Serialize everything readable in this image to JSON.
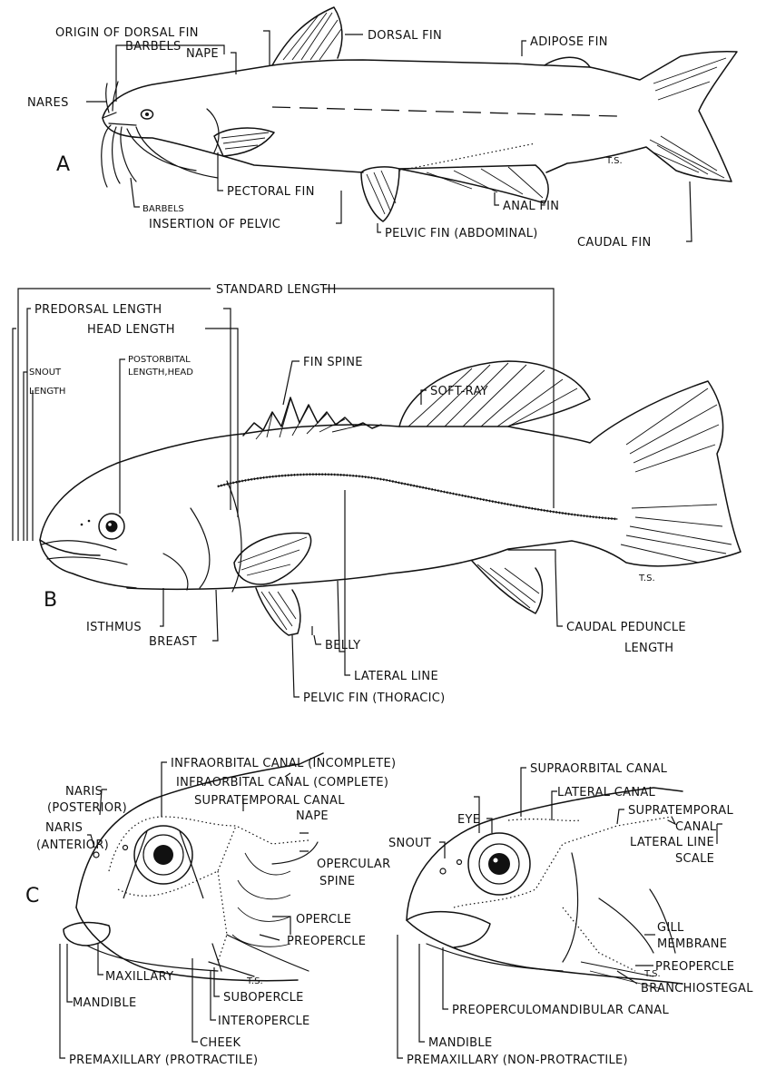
{
  "panels": {
    "a": "A",
    "b": "B",
    "c": "C"
  },
  "panel_a": {
    "origin_of_dorsal_fin": "ORIGIN OF DORSAL FIN",
    "nape": "NAPE",
    "barbels_top": "BARBELS",
    "dorsal_fin": "DORSAL FIN",
    "adipose_fin": "ADIPOSE FIN",
    "nares": "NARES",
    "pectoral_fin": "PECTORAL FIN",
    "barbels_bottom": "BARBELS",
    "insertion_of_pelvic": "INSERTION OF PELVIC",
    "pelvic_fin_abdominal": "PELVIC FIN (ABDOMINAL)",
    "anal_fin": "ANAL FIN",
    "caudal_fin": "CAUDAL FIN",
    "artist_initials": "T.S."
  },
  "panel_b": {
    "standard_length": "STANDARD LENGTH",
    "predorsal_length": "PREDORSAL LENGTH",
    "head_length": "HEAD LENGTH",
    "postorbital_length_line1": "POSTORBITAL",
    "postorbital_length_line2": "LENGTH,HEAD",
    "snout_length_line1": "SNOUT",
    "snout_length_line2": "LENGTH",
    "fin_spine": "FIN SPINE",
    "soft_ray": "SOFT-RAY",
    "isthmus": "ISTHMUS",
    "breast": "BREAST",
    "belly": "BELLY",
    "lateral_line": "LATERAL LINE",
    "pelvic_fin_thoracic": "PELVIC FIN (THORACIC)",
    "caudal_peduncle_line1": "CAUDAL PEDUNCLE",
    "caudal_peduncle_line2": "LENGTH",
    "artist_initials": "T.S."
  },
  "panel_c_left": {
    "infraorbital_incomplete": "INFRAORBITAL CANAL (INCOMPLETE)",
    "infraorbital_complete": "INFRAORBITAL CANAL (COMPLETE)",
    "naris_posterior_line1": "NARIS",
    "naris_posterior_line2": "(POSTERIOR)",
    "supratemporal_canal": "SUPRATEMPORAL CANAL",
    "nape": "NAPE",
    "naris_anterior_line1": "NARIS",
    "naris_anterior_line2": "(ANTERIOR)",
    "opercular_spine_line1": "OPERCULAR",
    "opercular_spine_line2": "SPINE",
    "opercle": "OPERCLE",
    "preopercle": "PREOPERCLE",
    "maxillary": "MAXILLARY",
    "subopercle": "SUBOPERCLE",
    "mandible": "MANDIBLE",
    "interopercle": "INTEROPERCLE",
    "cheek": "CHEEK",
    "premaxillary_protractile": "PREMAXILLARY (PROTRACTILE)",
    "artist_initials": "T.S."
  },
  "panel_c_right": {
    "supraorbital_canal": "SUPRAORBITAL CANAL",
    "lateral_canal": "LATERAL CANAL",
    "supratemporal_line1": "SUPRATEMPORAL",
    "supratemporal_line2": "CANAL",
    "eye": "EYE",
    "lateral_line_scale_line1": "LATERAL LINE",
    "lateral_line_scale_line2": "SCALE",
    "snout": "SNOUT",
    "gill_membrane_line1": "GILL",
    "gill_membrane_line2": "MEMBRANE",
    "preopercle": "PREOPERCLE",
    "branchiostegal": "BRANCHIOSTEGAL",
    "preoperculomandibular_canal": "PREOPERCULOMANDIBULAR CANAL",
    "mandible": "MANDIBLE",
    "premaxillary_non_protractile": "PREMAXILLARY (NON-PROTRACTILE)",
    "artist_initials": "T.S."
  }
}
